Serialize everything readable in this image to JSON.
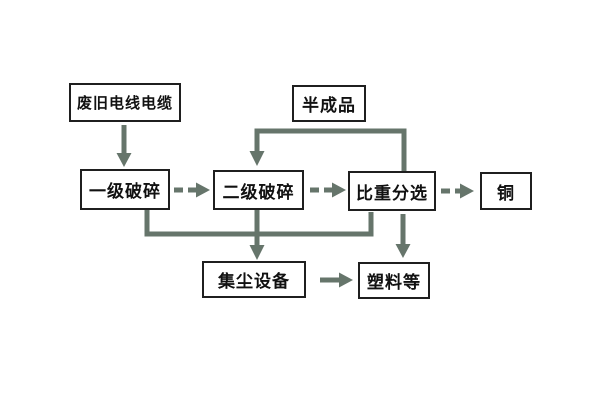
{
  "diagram": {
    "type": "flowchart",
    "colors": {
      "arrow": "#66756b",
      "box_border": "#1f1f1f",
      "box_background": "#ffffff",
      "text": "#111111",
      "background": "#ffffff"
    },
    "nodes": {
      "waste_cable": {
        "label": "废旧电线电缆"
      },
      "semi_finished": {
        "label": "半成品"
      },
      "primary_crushing": {
        "label": "一级破碎"
      },
      "secondary_crushing": {
        "label": "二级破碎"
      },
      "gravity_separation": {
        "label": "比重分选"
      },
      "copper": {
        "label": "铜"
      },
      "dust_collection": {
        "label": "集尘设备"
      },
      "plastics": {
        "label": "塑料等"
      }
    },
    "edges": [
      {
        "from": "废旧电线电缆",
        "to": "一级破碎",
        "style": "solid-arrow"
      },
      {
        "from": "一级破碎",
        "to": "二级破碎",
        "style": "dashed-arrow"
      },
      {
        "from": "二级破碎",
        "to": "比重分选",
        "style": "dashed-arrow"
      },
      {
        "from": "比重分选",
        "to": "铜",
        "style": "dashed-arrow"
      },
      {
        "from": "比重分选",
        "to": "二级破碎",
        "via": "半成品",
        "style": "solid-arrow"
      },
      {
        "from": "一级破碎",
        "to": "集尘设备",
        "style": "solid-line"
      },
      {
        "from": "二级破碎",
        "to": "集尘设备",
        "style": "solid-arrow"
      },
      {
        "from": "比重分选",
        "to": "集尘设备",
        "style": "solid-line"
      },
      {
        "from": "比重分选",
        "to": "塑料等",
        "style": "solid-arrow"
      },
      {
        "from": "集尘设备",
        "to": "塑料等",
        "style": "solid-arrow"
      }
    ]
  }
}
